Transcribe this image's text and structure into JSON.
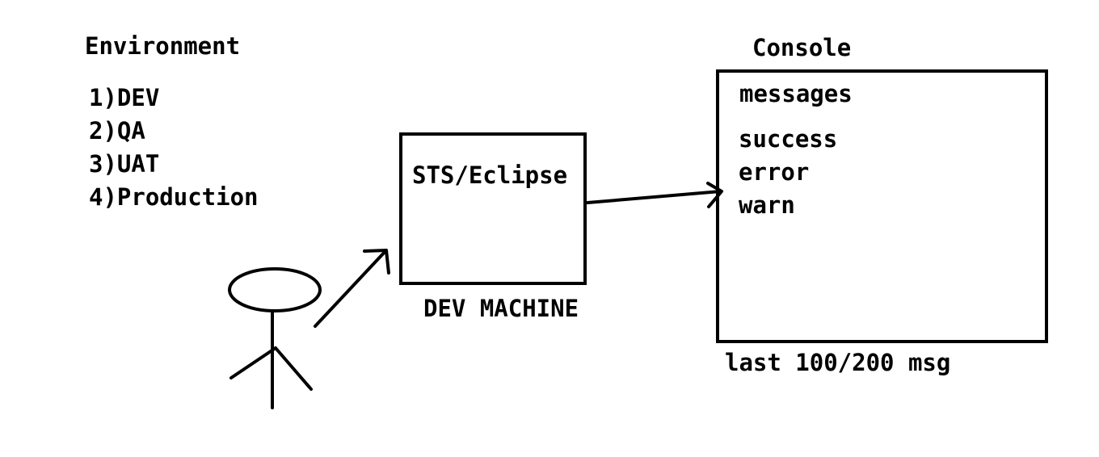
{
  "environment": {
    "title": "Environment",
    "items": [
      "1)DEV",
      "2)QA",
      "3)UAT",
      "4)Production"
    ]
  },
  "ide_box": {
    "label": "STS/Eclipse",
    "caption": "DEV MACHINE"
  },
  "console": {
    "title": "Console",
    "header": "messages",
    "levels": [
      "success",
      "error",
      "warn"
    ],
    "caption": "last 100/200 msg"
  },
  "colors": {
    "stroke": "#000000",
    "background": "#ffffff"
  }
}
